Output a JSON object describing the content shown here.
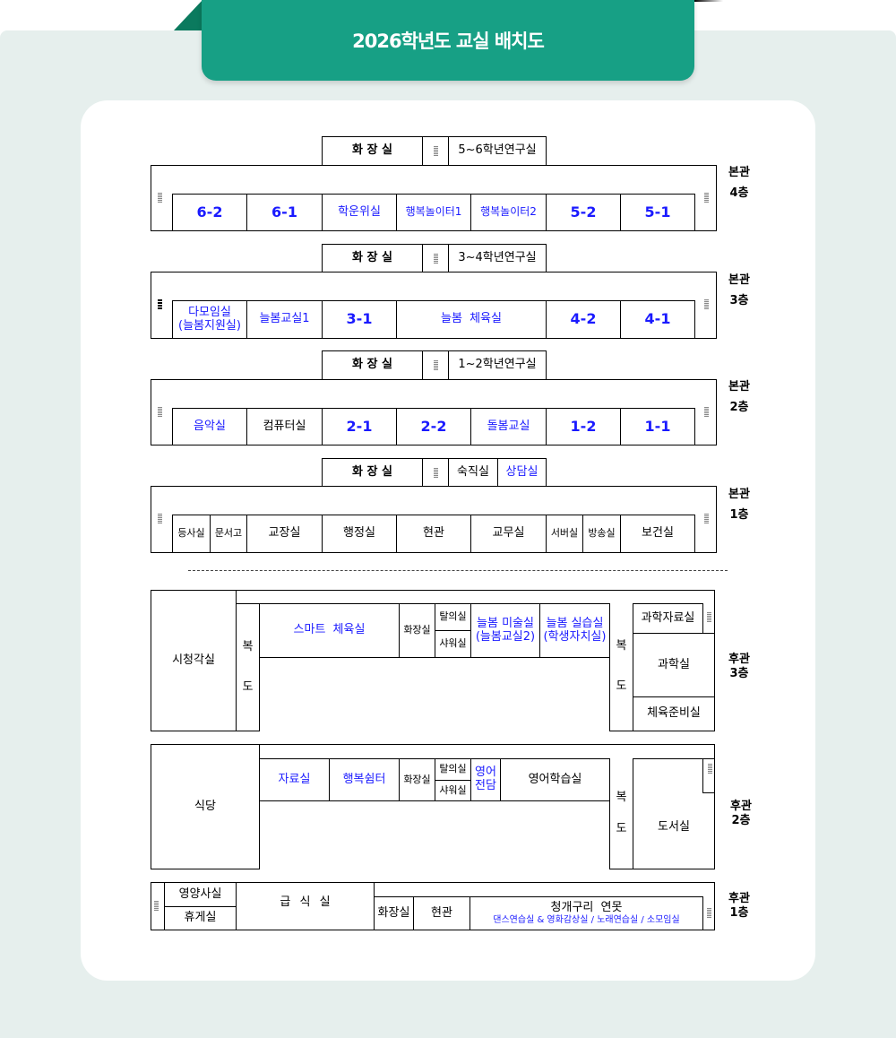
{
  "header": {
    "title": "2026학년도 교실 배치도"
  },
  "colors": {
    "header": "#17a085",
    "header_dark": "#0b7a5e",
    "background": "#e6efed",
    "room_highlight": "#1a1aff"
  },
  "main_building": {
    "floor4": {
      "building": "본관",
      "floor": "4층",
      "toilet": "화 장 실",
      "upper": [
        "5~6학년연구실"
      ],
      "rooms": [
        "6-2",
        "6-1",
        "학운위실",
        "행복놀이터1",
        "행복놀이터2",
        "5-2",
        "5-1"
      ]
    },
    "floor3": {
      "building": "본관",
      "floor": "3층",
      "toilet": "화 장 실",
      "upper": [
        "3~4학년연구실"
      ],
      "rooms": [
        "다모임실",
        "(늘봄지원실)",
        "늘봄교실1",
        "3-1",
        "늘봄 체육실",
        "4-2",
        "4-1"
      ]
    },
    "floor2": {
      "building": "본관",
      "floor": "2층",
      "toilet": "화 장 실",
      "upper": [
        "1~2학년연구실"
      ],
      "rooms": [
        "음악실",
        "컴퓨터실",
        "2-1",
        "2-2",
        "돌봄교실",
        "1-2",
        "1-1"
      ]
    },
    "floor1": {
      "building": "본관",
      "floor": "1층",
      "toilet": "화 장 실",
      "upper": [
        "숙직실",
        "상담실"
      ],
      "rooms": [
        "등사실",
        "문서고",
        "교장실",
        "행정실",
        "현관",
        "교무실",
        "서버실",
        "방송실",
        "보건실"
      ]
    }
  },
  "annex": {
    "floor3": {
      "building": "후관",
      "floor": "3층",
      "rooms": [
        "시청각실",
        "복",
        "도",
        "스마트 체육실",
        "화장실",
        "탈의실",
        "샤워실",
        "늘봄 미술실",
        "(늘봄교실2)",
        "늘봄 실습실",
        "(학생자치실)",
        "복",
        "도",
        "과학자료실",
        "과학실",
        "체육준비실"
      ]
    },
    "floor2": {
      "building": "후관",
      "floor": "2층",
      "rooms": [
        "식당",
        "자료실",
        "행복쉼터",
        "화장실",
        "탈의실",
        "샤워실",
        "영어",
        "전담",
        "영어학습실",
        "복",
        "도",
        "도서실"
      ]
    },
    "floor1": {
      "building": "후관",
      "floor": "1층",
      "rooms": [
        "영양사실",
        "휴게실",
        "급 식 실",
        "화장실",
        "현관",
        "청개구리 연못",
        "댄스연습실 & 영화감상실 / 노래연습실 / 소모임실"
      ]
    }
  }
}
